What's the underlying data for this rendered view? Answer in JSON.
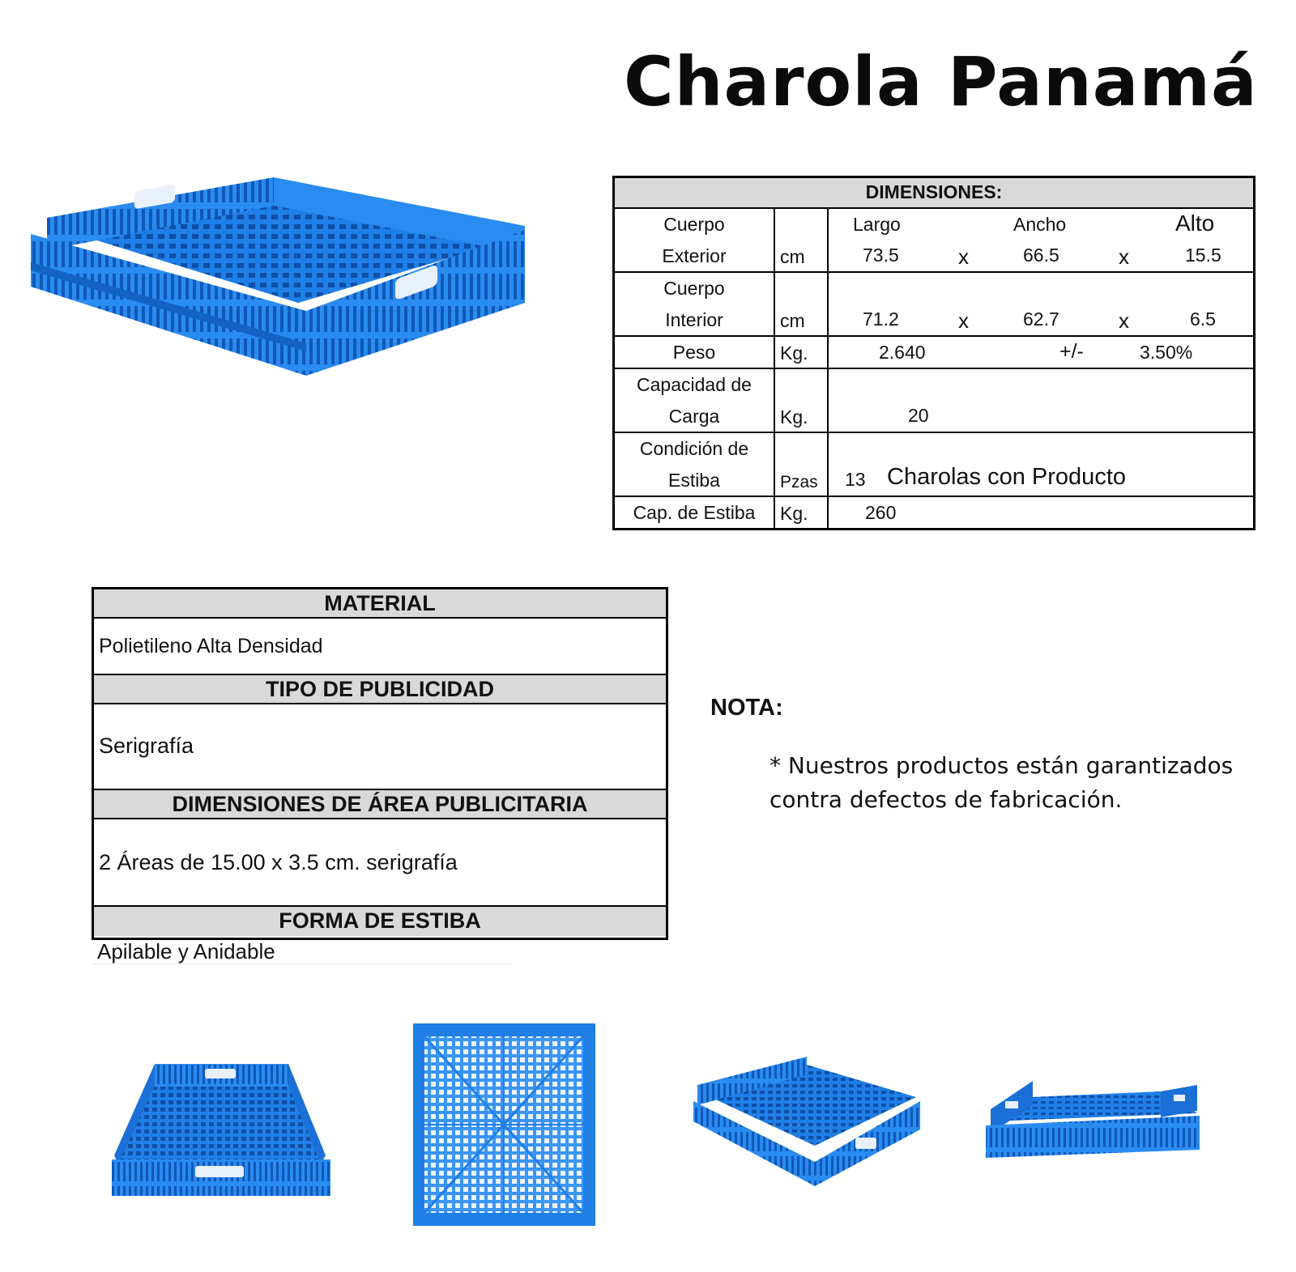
{
  "title": "Charola Panamá",
  "dimensions": {
    "header": "DIMENSIONES:",
    "exterior": {
      "label_1": "Cuerpo",
      "label_2": "Exterior",
      "unit": "cm",
      "col_largo": "Largo",
      "col_ancho": "Ancho",
      "col_alto": "Alto",
      "largo": "73.5",
      "x1": "x",
      "ancho": "66.5",
      "x2": "x",
      "alto": "15.5"
    },
    "interior": {
      "label_1": "Cuerpo",
      "label_2": "Interior",
      "unit": "cm",
      "largo": "71.2",
      "x1": "x",
      "ancho": "62.7",
      "x2": "x",
      "alto": "6.5"
    },
    "peso": {
      "label": "Peso",
      "unit": "Kg.",
      "value": "2.640",
      "tol_sign": "+/-",
      "tolerance": "3.50%"
    },
    "capacidad": {
      "label_1": "Capacidad de",
      "label_2": "Carga",
      "unit": "Kg.",
      "value": "20"
    },
    "condicion": {
      "label_1": "Condición de",
      "label_2": "Estiba",
      "unit": "Pzas",
      "value": "13",
      "description": "Charolas con Producto"
    },
    "cap_estiba": {
      "label": "Cap. de Estiba",
      "unit": "Kg.",
      "value": "260"
    }
  },
  "material": {
    "material_header": "MATERIAL",
    "material_value": "Polietileno Alta Densidad",
    "publicidad_header": "TIPO DE PUBLICIDAD",
    "publicidad_value": "Serigrafía",
    "area_header": "DIMENSIONES DE ÁREA PUBLICITARIA",
    "area_value": "2 Áreas de 15.00 x 3.5 cm. serigrafía",
    "estiba_header": "FORMA DE ESTIBA",
    "estiba_value": "Apilable y Anidable"
  },
  "nota": {
    "label": "NOTA:",
    "text_1": "* Nuestros productos están garantizados",
    "text_2": "contra defectos de fabricación."
  },
  "colors": {
    "product_blue": "#1f7fe6",
    "product_dark": "#1463c4",
    "header_gray": "#d9d9d9"
  },
  "icons": [
    "tray-main-image",
    "tray-front-view",
    "tray-top-view",
    "tray-side-view",
    "tray-angle-view"
  ]
}
